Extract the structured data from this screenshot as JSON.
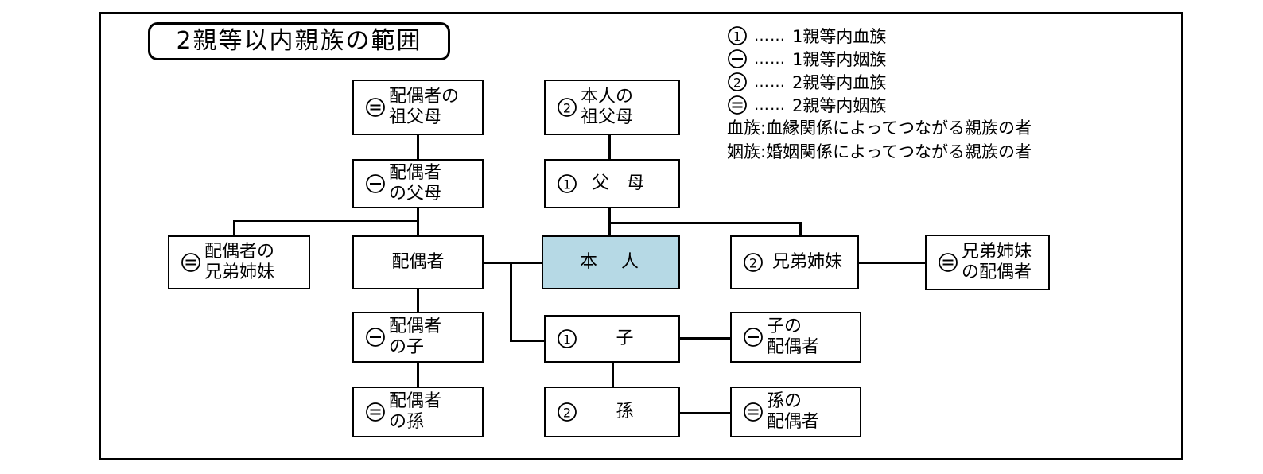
{
  "title": "2親等以内親族の範囲",
  "colors": {
    "highlight": "#b6d9e5",
    "line": "#000000",
    "background": "#ffffff"
  },
  "legend": {
    "dots": "……",
    "entries": [
      {
        "symbol": "circled-1",
        "label": "1親等内血族"
      },
      {
        "symbol": "circle-bar-1",
        "label": "1親等内姻族"
      },
      {
        "symbol": "circled-2",
        "label": "2親等内血族"
      },
      {
        "symbol": "circle-bar-2",
        "label": "2親等内姻族"
      }
    ],
    "notes": [
      "血族:血縁関係によってつながる親族の者",
      "姻族:婚姻関係によってつながる親族の者"
    ]
  },
  "nodes": [
    {
      "id": "spouse-grandparents",
      "symbol": "circle-bar-2",
      "label": "配偶者の\n祖父母"
    },
    {
      "id": "self-grandparents",
      "symbol": "circled-2",
      "label": "本人の\n祖父母"
    },
    {
      "id": "spouse-parents",
      "symbol": "circle-bar-1",
      "label": "配偶者\nの父母"
    },
    {
      "id": "parents",
      "symbol": "circled-1",
      "label": "父　母"
    },
    {
      "id": "spouse-siblings",
      "symbol": "circle-bar-2",
      "label": "配偶者の\n兄弟姉妹"
    },
    {
      "id": "spouse",
      "symbol": "none",
      "label": "配偶者"
    },
    {
      "id": "self",
      "symbol": "none",
      "label": "本　人"
    },
    {
      "id": "siblings",
      "symbol": "circled-2",
      "label": "兄弟姉妹"
    },
    {
      "id": "siblings-spouse",
      "symbol": "circle-bar-2",
      "label": "兄弟姉妹\nの配偶者"
    },
    {
      "id": "spouse-child",
      "symbol": "circle-bar-1",
      "label": "配偶者\nの子"
    },
    {
      "id": "child",
      "symbol": "circled-1",
      "label": "子"
    },
    {
      "id": "child-spouse",
      "symbol": "circle-bar-1",
      "label": "子の\n配偶者"
    },
    {
      "id": "spouse-grandchild",
      "symbol": "circle-bar-2",
      "label": "配偶者\nの孫"
    },
    {
      "id": "grandchild",
      "symbol": "circled-2",
      "label": "孫"
    },
    {
      "id": "grandchild-spouse",
      "symbol": "circle-bar-2",
      "label": "孫の\n配偶者"
    }
  ]
}
